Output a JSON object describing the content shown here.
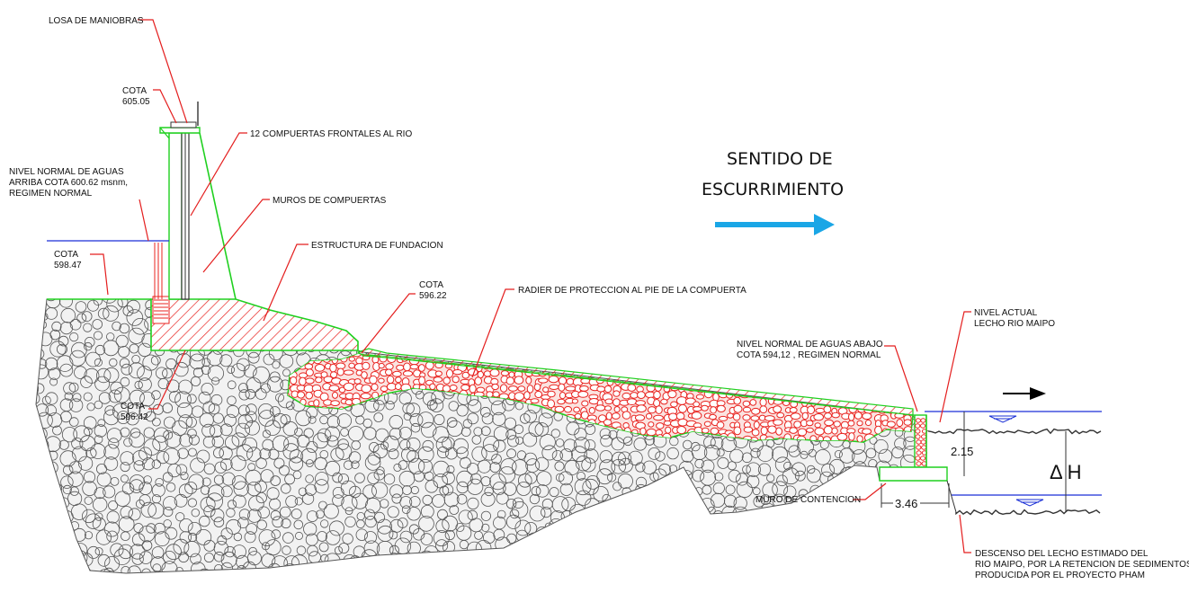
{
  "labels": {
    "losa": "LOSA DE MANIOBRAS",
    "cota_605_t": "COTA",
    "cota_605_v": "605.05",
    "compuertas": "12 COMPUERTAS FRONTALES AL RIO",
    "nivel_arriba_1": "NIVEL NORMAL DE AGUAS",
    "nivel_arriba_2": "ARRIBA COTA 600.62 msnm,",
    "nivel_arriba_3": "REGIMEN NORMAL",
    "muros": "MUROS DE COMPUERTAS",
    "estructura": "ESTRUCTURA DE FUNDACION",
    "cota_598_t": "COTA",
    "cota_598_v": "598.47",
    "cota_596_22_t": "COTA",
    "cota_596_22_v": "596.22",
    "radier": "RADIER DE PROTECCION AL PIE DE LA COMPUERTA",
    "cota_596_42_t": "COTA",
    "cota_596_42_v": "596.42",
    "nivel_abajo_1": "NIVEL NORMAL DE AGUAS ABAJO",
    "nivel_abajo_2": "COTA 594,12 , REGIMEN NORMAL",
    "nivel_actual_1": "NIVEL ACTUAL",
    "nivel_actual_2": "LECHO RIO MAIPO",
    "muro_contencion": "MURO DE CONTENCION",
    "dim_215": "2.15",
    "dim_346": "3.46",
    "delta_h": "Δ H",
    "descenso_1": "DESCENSO DEL LECHO ESTIMADO DEL",
    "descenso_2": "RIO MAIPO, POR LA RETENCION DE SEDIMENTOS",
    "descenso_3": "PRODUCIDA POR EL PROYECTO PHAM",
    "sentido_1": "SENTIDO DE",
    "sentido_2": "ESCURRIMIENTO"
  },
  "colors": {
    "leader": "#e41e1e",
    "concrete": "#1fd01f",
    "water": "#1a2fd6",
    "flow_arrow": "#1aa6e6",
    "hatch": "#e8231f",
    "gravel": "#555555"
  }
}
